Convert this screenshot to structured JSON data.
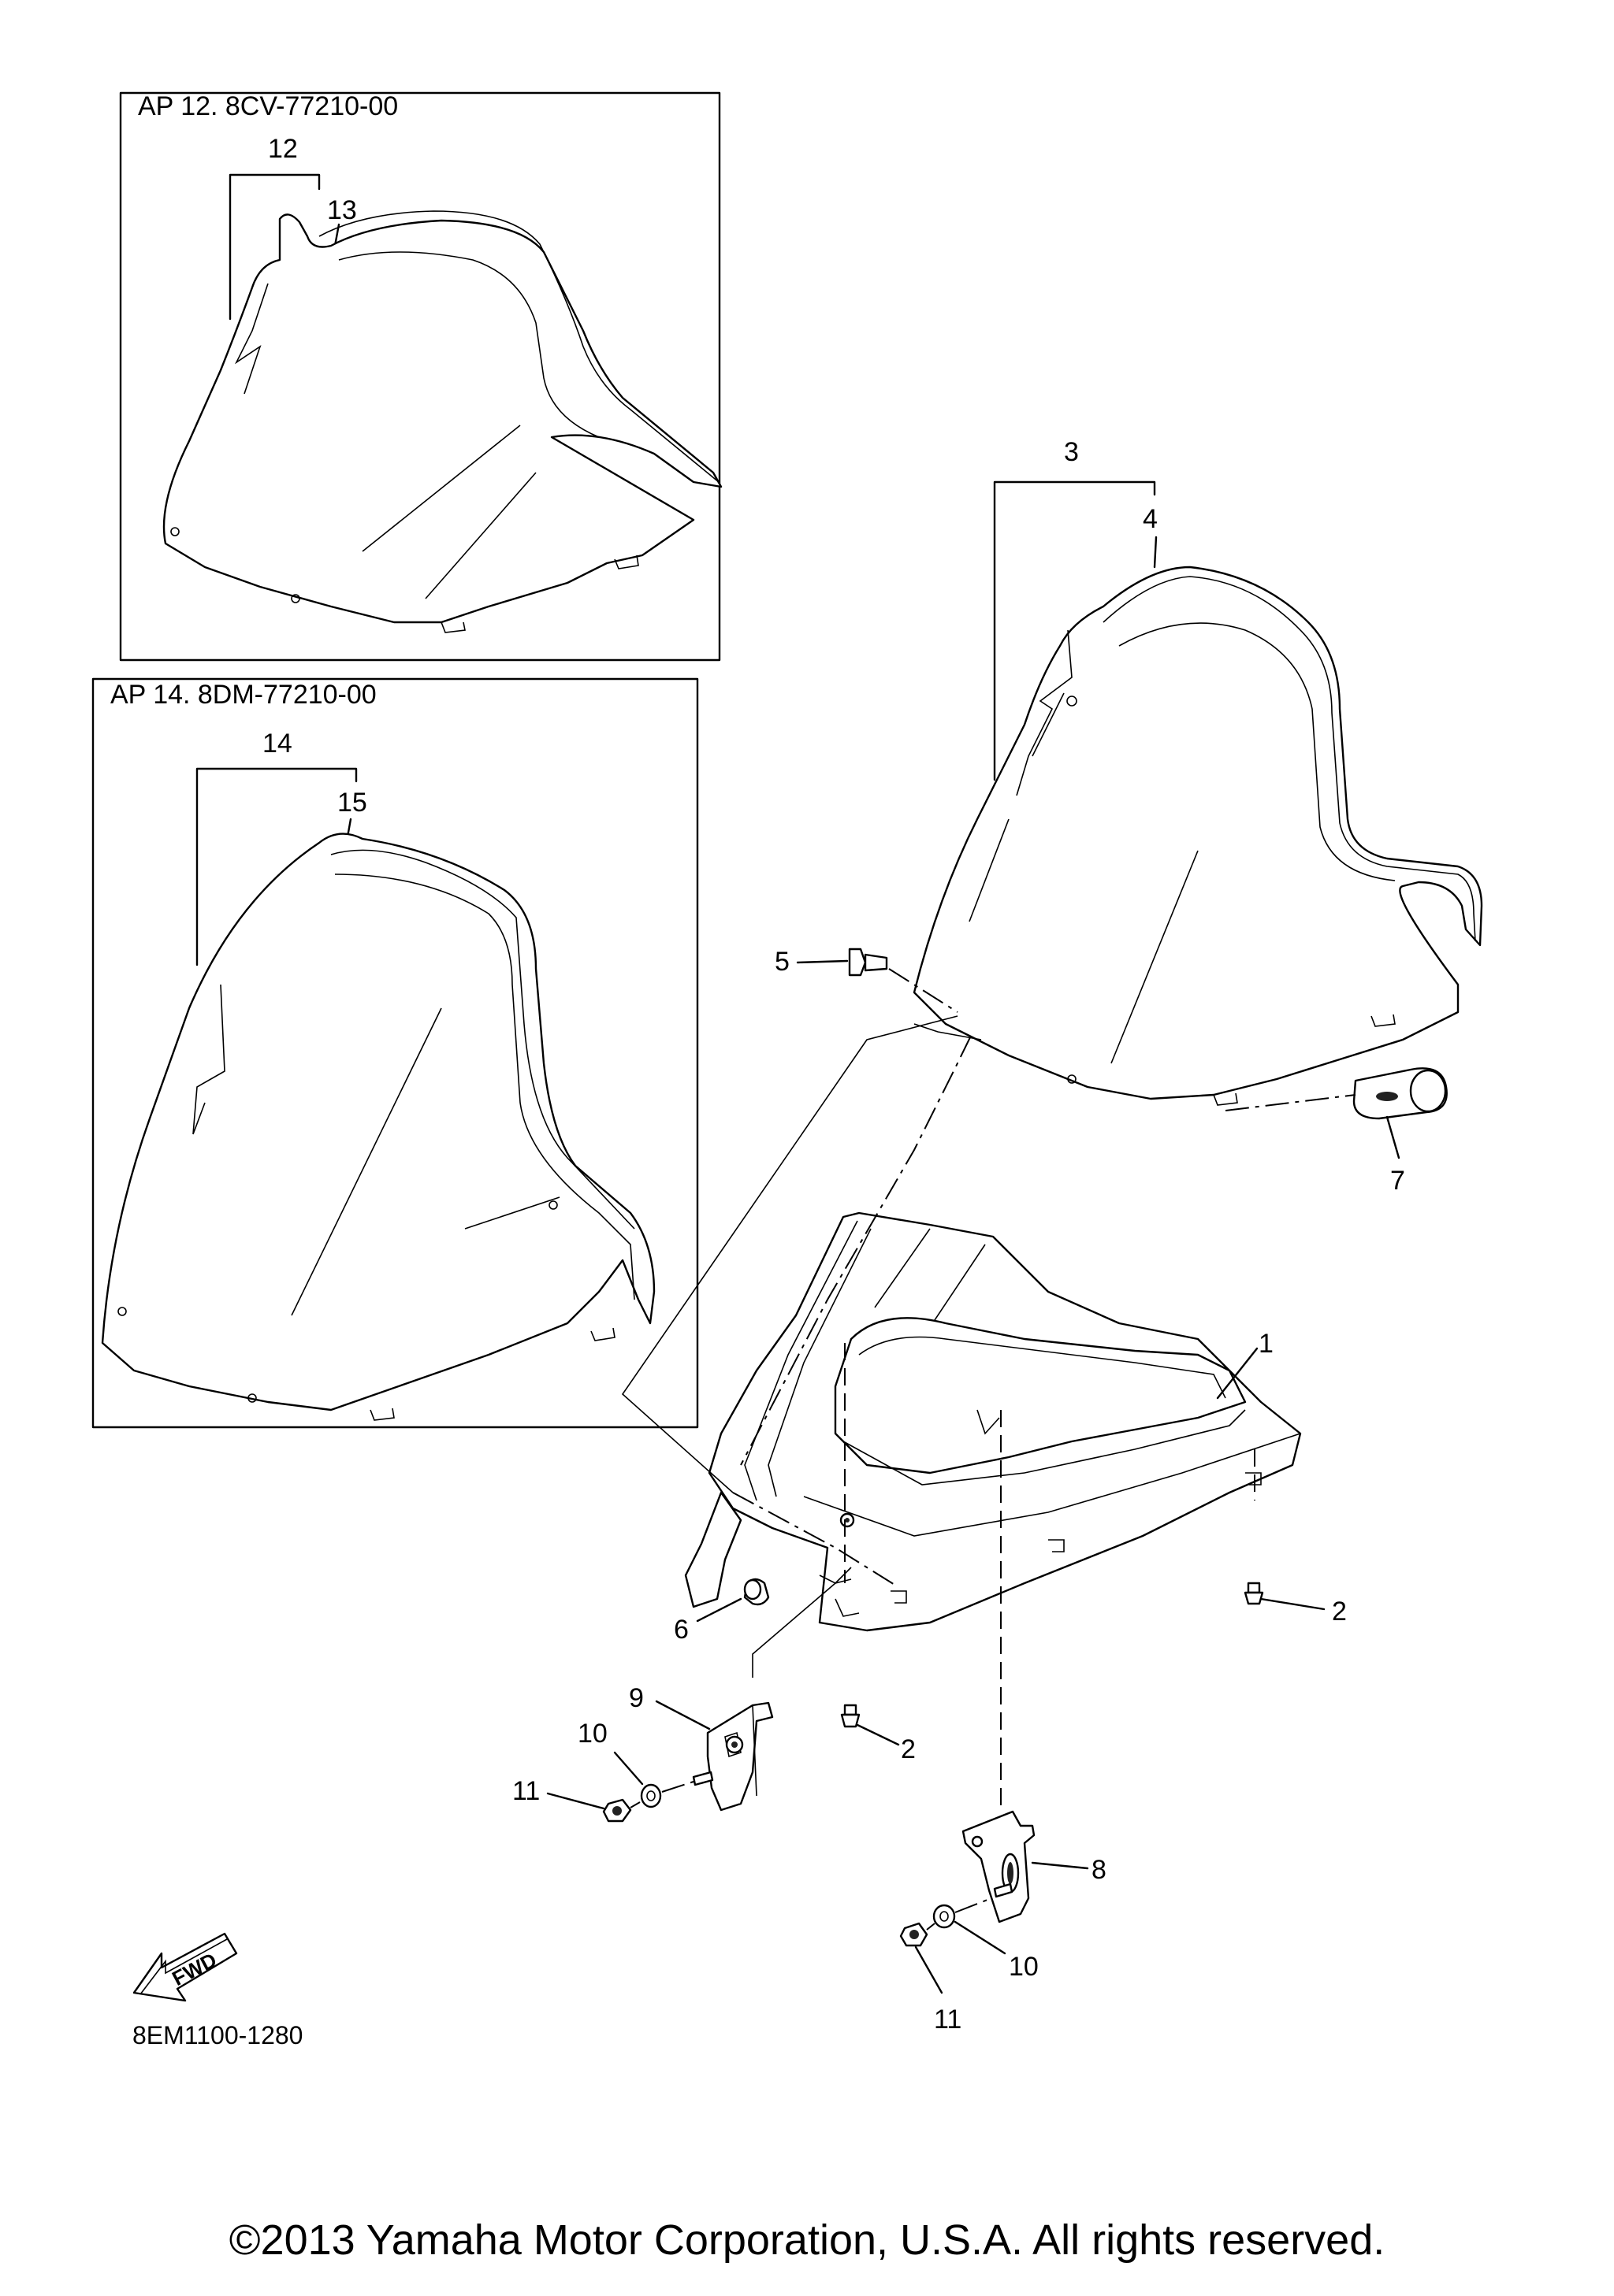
{
  "insets": [
    {
      "title": "AP  12. 8CV-77210-00",
      "group_label": "12",
      "part_label": "13"
    },
    {
      "title": "AP  14. 8DM-77210-00",
      "group_label": "14",
      "part_label": "15"
    }
  ],
  "callouts": {
    "c1": "1",
    "c2a": "2",
    "c2b": "2",
    "c3": "3",
    "c4": "4",
    "c5": "5",
    "c6": "6",
    "c7": "7",
    "c8": "8",
    "c9": "9",
    "c10a": "10",
    "c10b": "10",
    "c11a": "11",
    "c11b": "11"
  },
  "fwd_label": "FWD",
  "diagram_code": "8EM1100-1280",
  "copyright": "©2013 Yamaha Motor Corporation, U.S.A. All rights reserved."
}
